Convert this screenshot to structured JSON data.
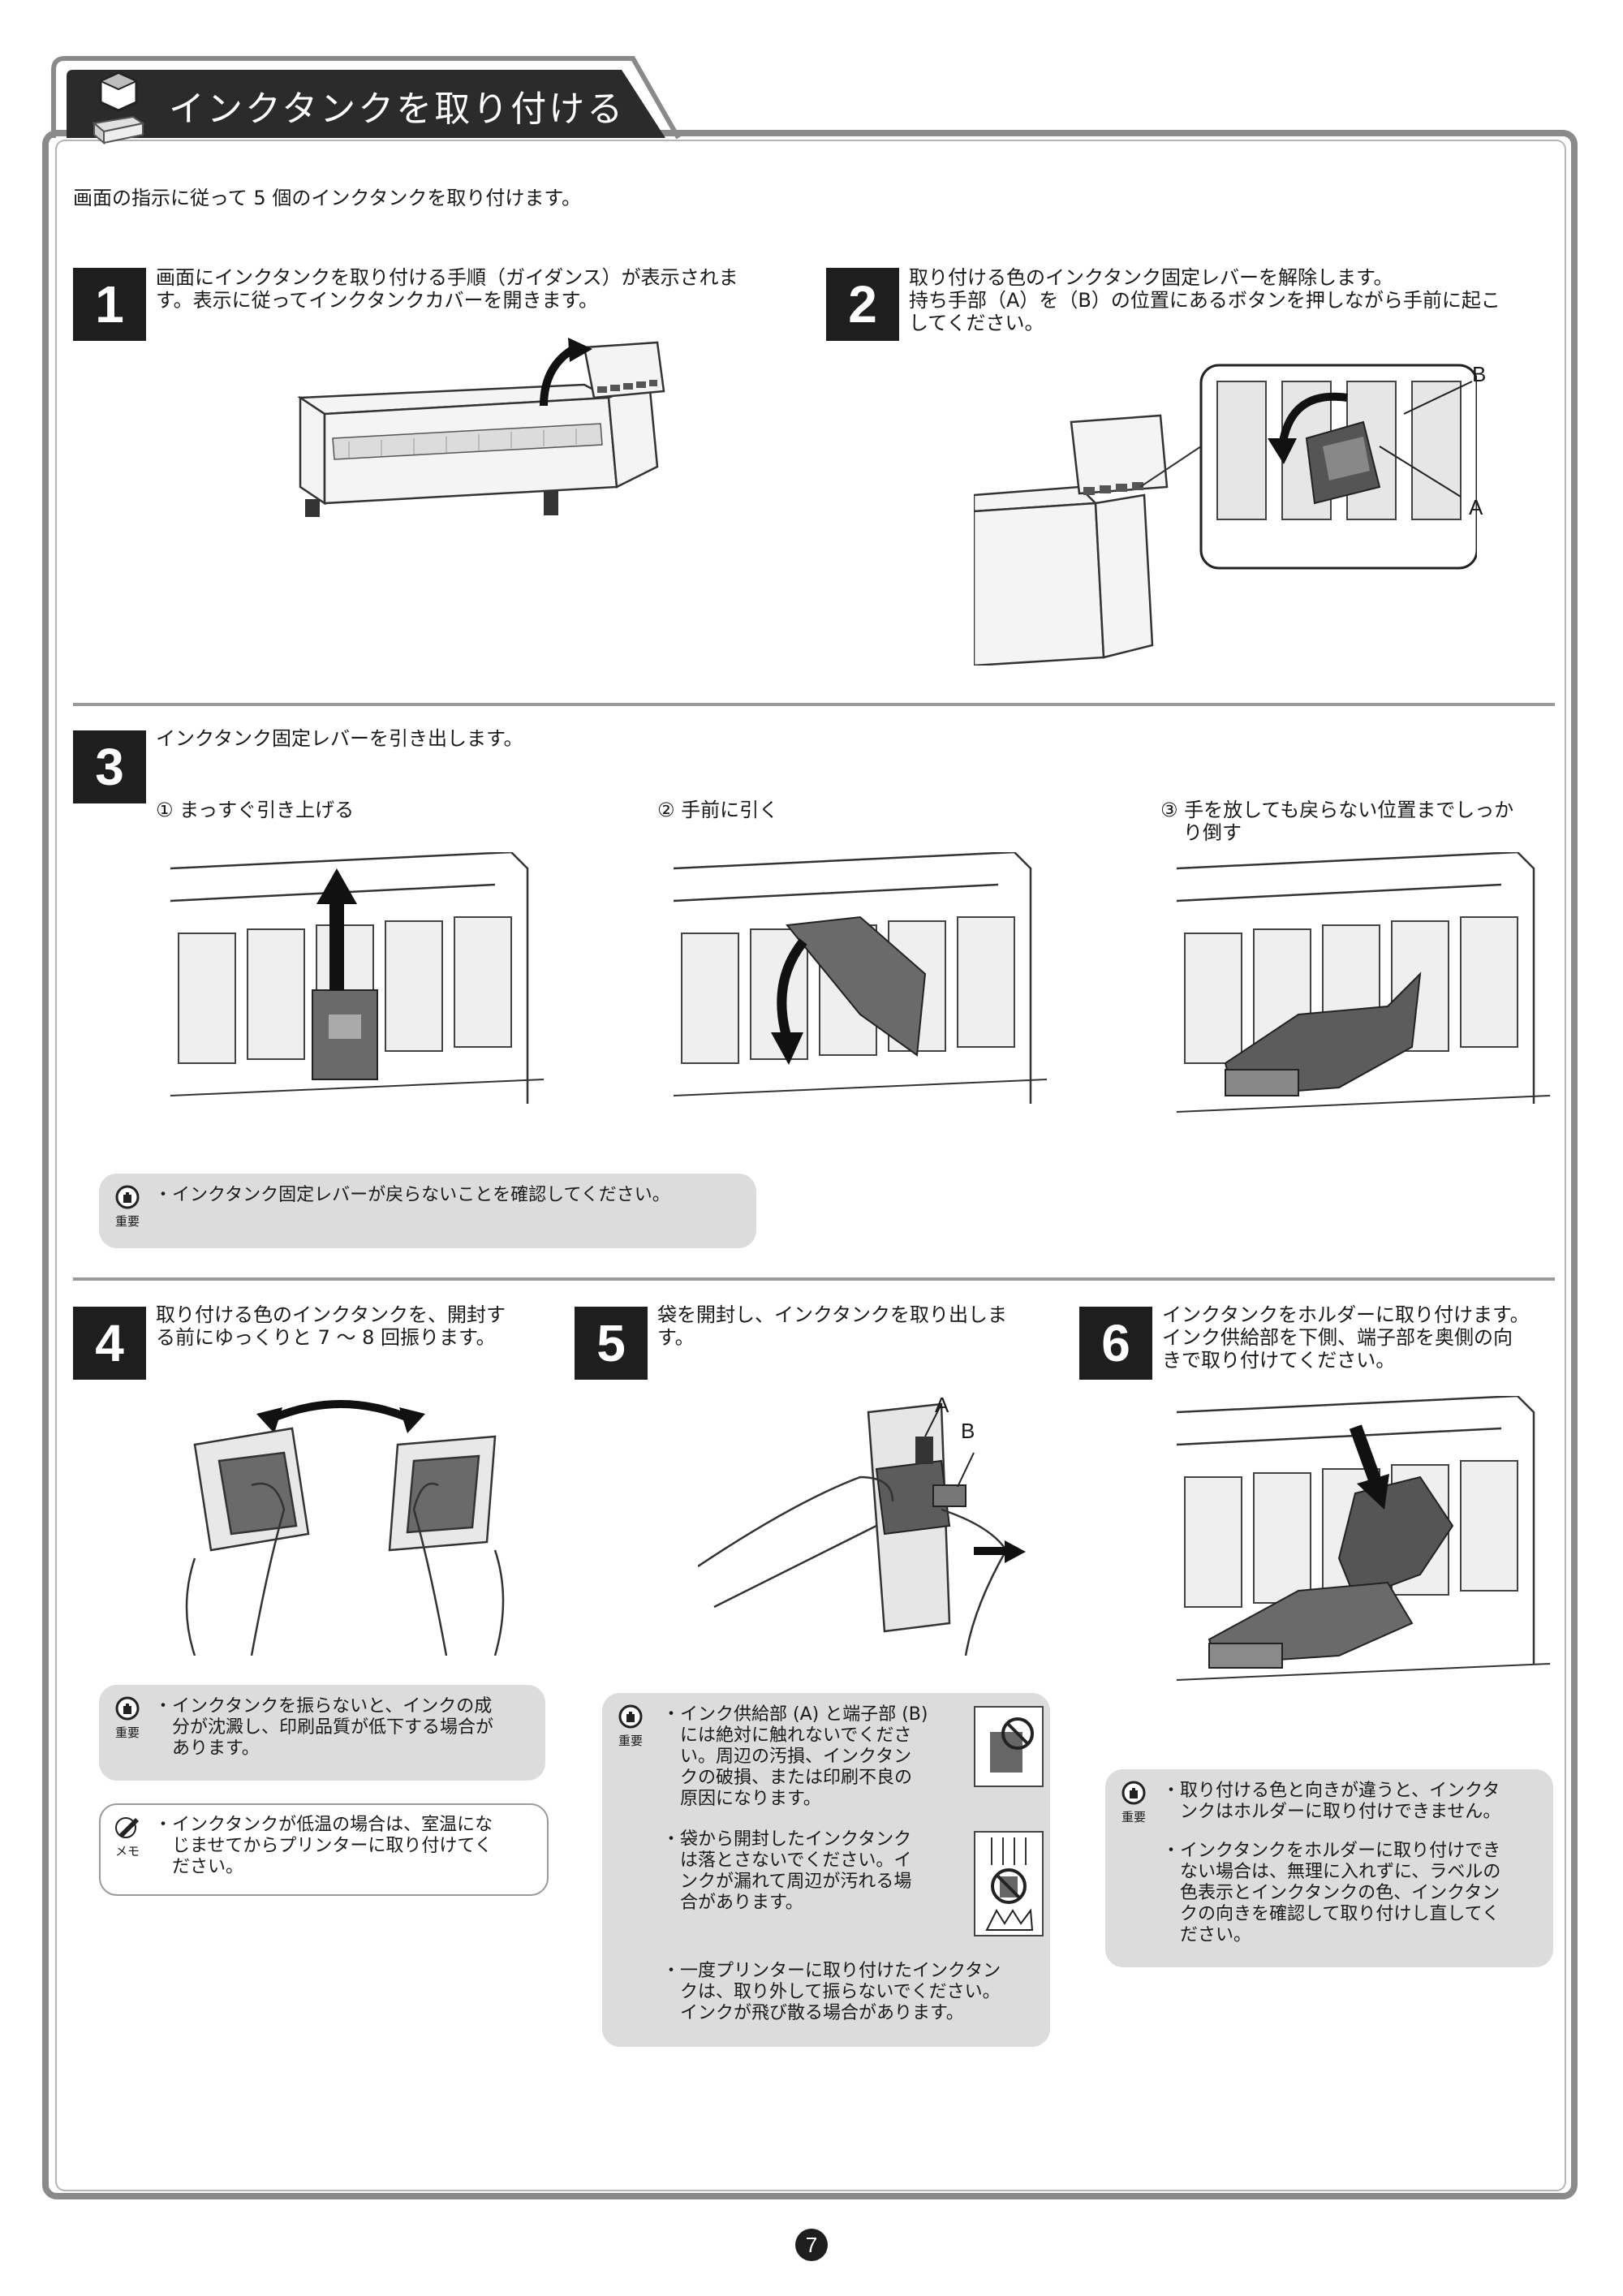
{
  "header": {
    "title": "インクタンクを取り付ける",
    "icon": "printer-icon"
  },
  "intro": "画面の指示に従って 5 個のインクタンクを取り付けます。",
  "steps": [
    {
      "number": "1",
      "line1": "画面にインクタンクを取り付ける手順（ガイダンス）が表示されま",
      "line2": "す。表示に従ってインクタンクカバーを開きます。"
    },
    {
      "number": "2",
      "line1": "取り付ける色のインクタンク固定レバーを解除します。",
      "line2": "持ち手部（A）を（B）の位置にあるボタンを押しながら手前に起こ",
      "line3": "してください。"
    },
    {
      "number": "3",
      "line1": "インクタンク固定レバーを引き出します。"
    },
    {
      "number": "4",
      "line1": "取り付ける色のインクタンクを、開封す",
      "line2": "る前にゆっくりと 7 ～ 8 回振ります。"
    },
    {
      "number": "5",
      "line1": "袋を開封し、インクタンクを取り出しま",
      "line2": "す。"
    },
    {
      "number": "6",
      "line1": "インクタンクをホルダーに取り付けます。",
      "line2": "インク供給部を下側、端子部を奥側の向",
      "line3": "きで取り付けてください。"
    }
  ],
  "step3_sub": {
    "a": "① まっすぐ引き上げる",
    "b": "② 手前に引く",
    "c_line1": "③ 手を放しても戻らない位置までしっか",
    "c_line2": "り倒す"
  },
  "callouts": {
    "a": "A",
    "b": "B"
  },
  "notes": {
    "important_label": "重要",
    "memo_label": "メモ",
    "step3": "・インクタンク固定レバーが戻らないことを確認してください。",
    "step4_important": {
      "line1": "・インクタンクを振らないと、インクの成",
      "line2": "分が沈澱し、印刷品質が低下する場合が",
      "line3": "あります。"
    },
    "step4_memo": {
      "line1": "・インクタンクが低温の場合は、室温にな",
      "line2": "じませてからプリンターに取り付けてく",
      "line3": "ださい。"
    },
    "step5": {
      "item1": [
        "・インク供給部 (A) と端子部 (B)",
        "には絶対に触れないでくださ",
        "い。周辺の汚損、インクタン",
        "クの破損、または印刷不良の",
        "原因になります。"
      ],
      "item2": [
        "・袋から開封したインクタンク",
        "は落とさないでください。イ",
        "ンクが漏れて周辺が汚れる場",
        "合があります。"
      ],
      "item3": [
        "・一度プリンターに取り付けたインクタン",
        "クは、取り外して振らないでください。",
        "インクが飛び散る場合があります。"
      ]
    },
    "step6": {
      "item1": [
        "・取り付ける色と向きが違うと、インクタ",
        "ンクはホルダーに取り付けできません。"
      ],
      "item2": [
        "・インクタンクをホルダーに取り付けでき",
        "ない場合は、無理に入れずに、ラベルの",
        "色表示とインクタンクの色、インクタン",
        "クの向きを確認して取り付けし直してく",
        "ださい。"
      ]
    }
  },
  "page_number": "7",
  "colors": {
    "badge": "#1e1e1e",
    "note_bg": "#dcdcdc",
    "frame": "#8a8a8a"
  }
}
